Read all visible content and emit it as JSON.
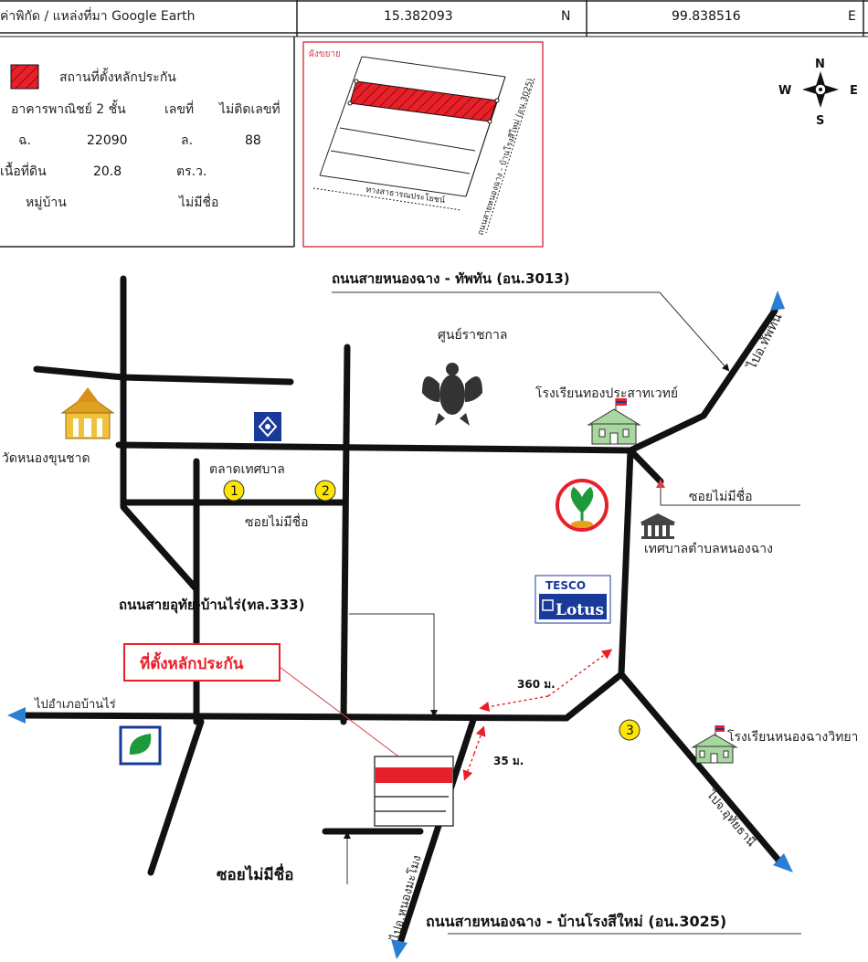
{
  "header": {
    "coord_label": "ค่าพิกัด / แหล่งที่มา Google Earth",
    "lat_value": "15.382093",
    "lat_dir": "N",
    "lon_value": "99.838516",
    "lon_dir": "E"
  },
  "legend": {
    "swatch_label": "สถานที่ตั้งหลักประกัน",
    "building_type": "อาคารพาณิชย์ 2 ชั้น",
    "house_no_label": "เลขที่",
    "house_no_value": "ไม่ติดเลขที่",
    "deed_label": "ฉ.",
    "deed_value": "22090",
    "land_label": "ล.",
    "land_value": "88",
    "area_label": "เนื้อที่ดิน",
    "area_value": "20.8",
    "area_unit": "ตร.ว.",
    "village_label": "หมู่บ้าน",
    "village_value": "ไม่มีชื่อ"
  },
  "inset": {
    "title": "ผังขยาย",
    "public_way": "ทางสาธารณประโยชน์",
    "road_label": "ถนนสายหนองฉาง - บ้านโรงสีใหม่ (อน.3025)"
  },
  "compass": {
    "n": "N",
    "s": "S",
    "e": "E",
    "w": "W"
  },
  "map": {
    "road_3013": "ถนนสายหนองฉาง - ทัพทัน (อน.3013)",
    "to_thapthan": "ไปอ.ทัพทัน",
    "government_center": "ศูนย์ราชกาล",
    "school_thong": "โรงเรียนทองประสาทเวทย์",
    "wat": "วัดหนองขุนชาด",
    "market": "ตลาดเทศบาล",
    "soi_unnamed_1": "ซอยไม่มีชื่อ",
    "soi_unnamed_2": "ซอยไม่มีชื่อ",
    "municipality": "เทศบาลตำบลหนองฉาง",
    "tesco_line1": "TESCO",
    "tesco_line2": "Lotus",
    "road_333": "ถนนสายอุทัย-บ้านไร่(ทล.333)",
    "collateral_site": "ที่ตั้งหลักประกัน",
    "dist_360": "360 ม.",
    "dist_35": "35 ม.",
    "to_banrai": "ไปอำเภอบ้านไร่",
    "school_nongchang": "โรงเรียนหนองฉางวิทยา",
    "to_uthai": "ไปจ.อุทัยธานี",
    "to_nongmamong": "ไปอ.หนองมะโมง",
    "soi_bottom": "ซอยไม่มีชื่อ",
    "road_3025": "ถนนสายหนองฉาง - บ้านโรงสีใหม่ (อน.3025)",
    "marker_1": "1",
    "marker_2": "2",
    "marker_3": "3"
  },
  "colors": {
    "road": "#111111",
    "collateral_red": "#e8202a",
    "arrow_blue": "#2a7fd4",
    "marker_yellow": "#ffe600",
    "school_green": "#a8d8a0",
    "kbank_green": "#1f9a3a"
  }
}
